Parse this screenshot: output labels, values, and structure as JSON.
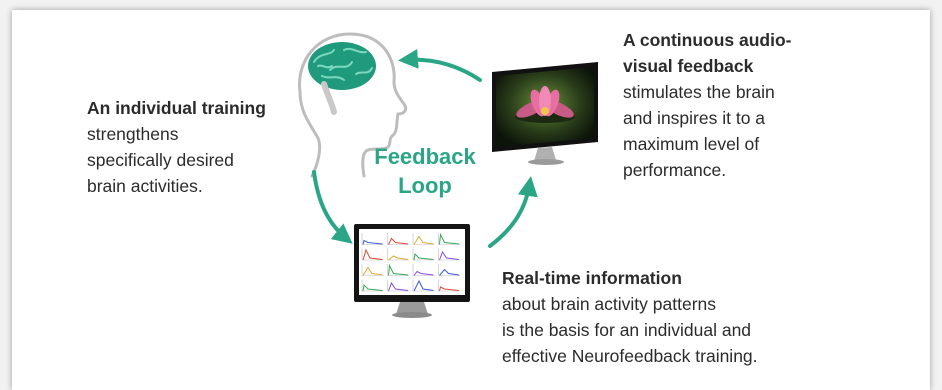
{
  "center": {
    "title_line1": "Feedback",
    "title_line2": "Loop"
  },
  "left_text": {
    "heading": "An individual training",
    "lines": [
      "strengthens",
      "specifically desired",
      "brain activities."
    ]
  },
  "right_text": {
    "heading_lines": [
      "A continuous audio-",
      "visual feedback"
    ],
    "lines": [
      "stimulates the brain",
      "and inspires it to a",
      "maximum level of",
      "performance."
    ]
  },
  "bottom_text": {
    "heading": "Real-time information",
    "lines": [
      "about brain activity patterns",
      "is the basis for an individual and",
      "effective Neurofeedback training."
    ]
  },
  "colors": {
    "accent": "#2aa687",
    "brain": "#1f9a7c",
    "text": "#2b2b2b",
    "lotus": "#e66ea0"
  },
  "icons": [
    "head-brain-icon",
    "lotus-monitor-icon",
    "data-monitor-icon",
    "loop-arrow-icon"
  ]
}
